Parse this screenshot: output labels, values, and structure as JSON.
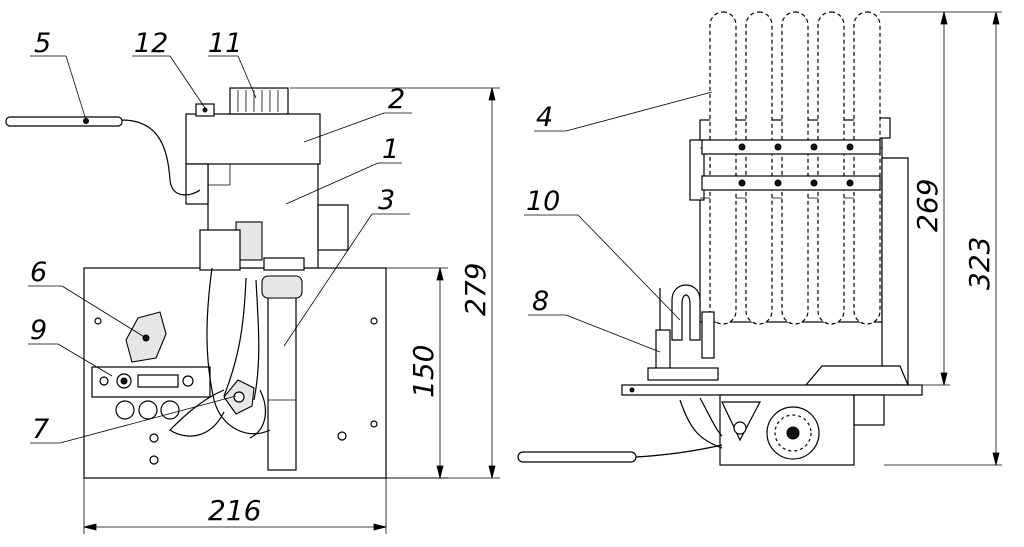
{
  "callouts": {
    "c1": "1",
    "c2": "2",
    "c3": "3",
    "c4": "4",
    "c5": "5",
    "c6": "6",
    "c7": "7",
    "c8": "8",
    "c9": "9",
    "c10": "10",
    "c11": "11",
    "c12": "12"
  },
  "dimensions": {
    "width_front": "216",
    "height_plate": "150",
    "height_front_total": "279",
    "height_coil": "269",
    "height_side_total": "323"
  }
}
